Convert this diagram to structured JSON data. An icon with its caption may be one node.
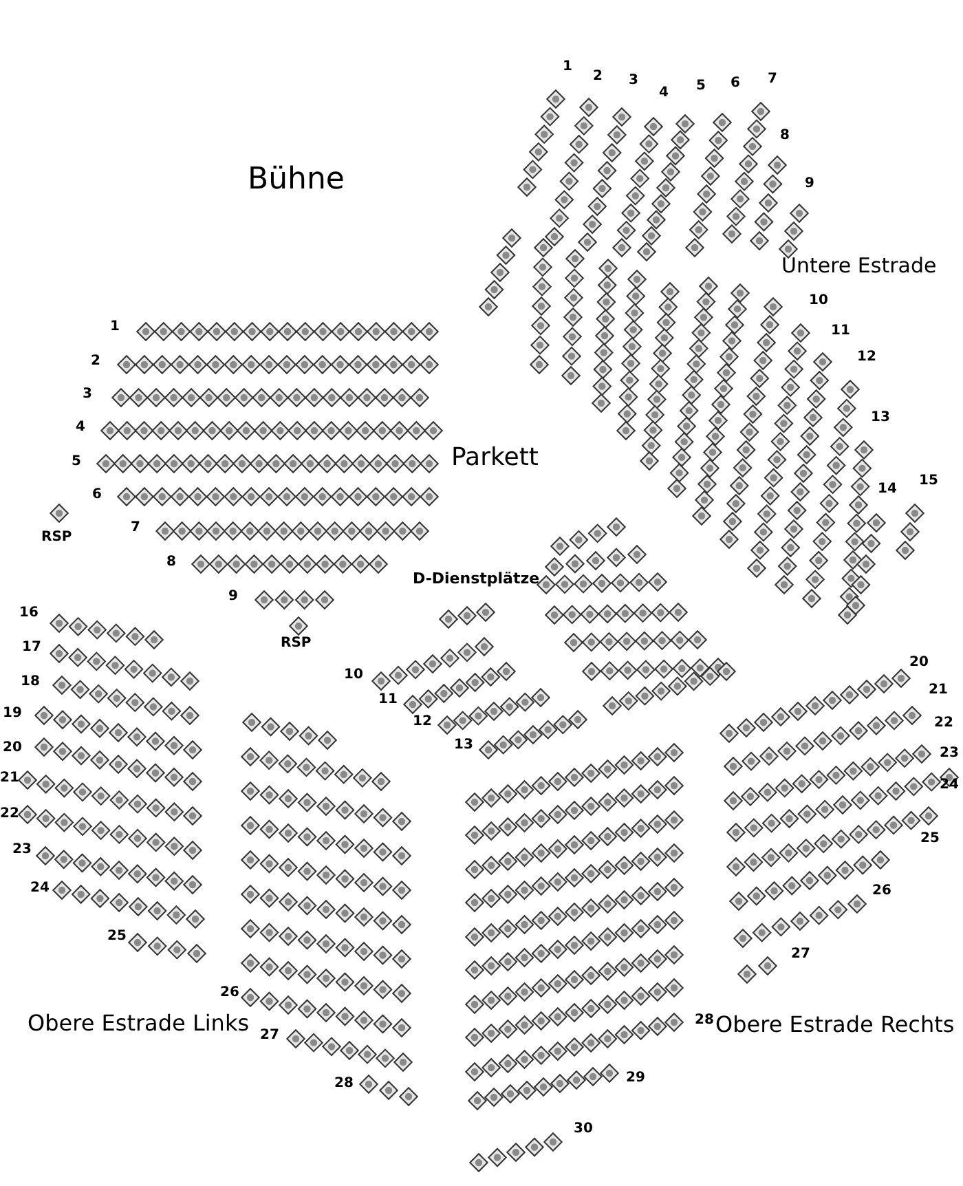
{
  "diagram": {
    "labels": [
      "1",
      "2",
      "3",
      "4",
      "5",
      "6",
      "7",
      "8",
      "9",
      "Bühne",
      "Untere Estrade",
      "10",
      "11",
      "12",
      "1",
      "13",
      "2",
      "3",
      "4",
      "Parkett",
      "5",
      "14",
      "15",
      "6",
      "RSP",
      "7",
      "8",
      "D-Dienstplätze",
      "9",
      "16",
      "RSP",
      "17",
      "18",
      "10",
      "11",
      "19",
      "12",
      "20",
      "13",
      "21",
      "22",
      "20",
      "23",
      "21",
      "22",
      "23",
      "24",
      "24",
      "25",
      "25",
      "26",
      "26",
      "27",
      "Obere Estrade Links",
      "27",
      "28",
      "Obere Estrade Rechts",
      "28",
      "29",
      "30"
    ]
  }
}
